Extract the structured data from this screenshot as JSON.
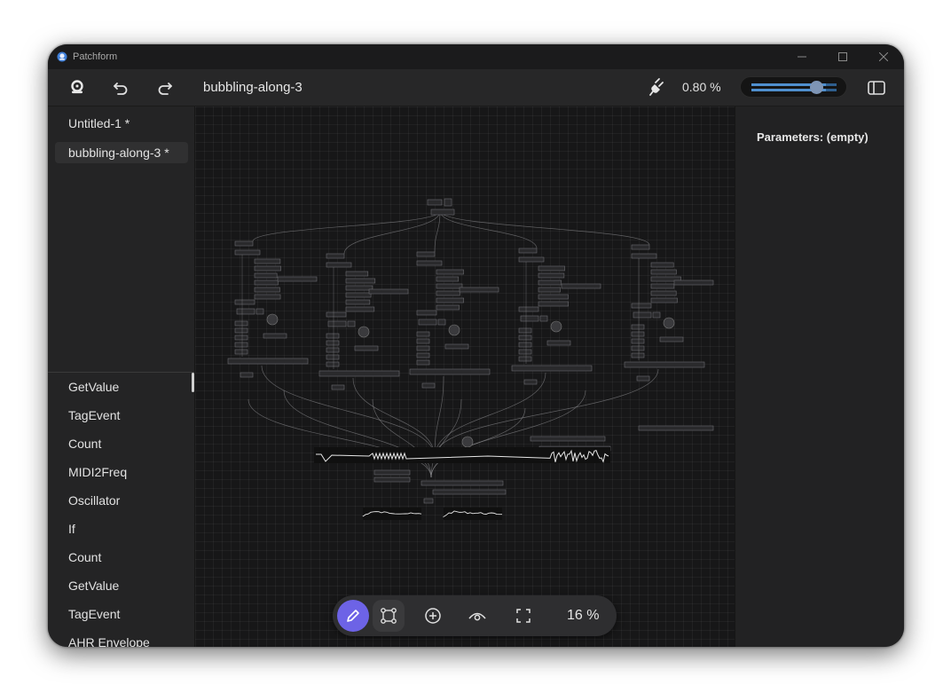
{
  "window": {
    "app_title": "Patchform",
    "icons": {
      "app": "patchform-logo-icon",
      "minimize": "minimize-icon",
      "maximize": "maximize-icon",
      "close": "close-icon"
    }
  },
  "toolbar": {
    "logo_icon": "patchform-logo-icon",
    "undo_icon": "undo-icon",
    "redo_icon": "redo-icon",
    "document_title": "bubbling-along-3",
    "cpu_icon": "plug-icon",
    "cpu_load": "0.80 %",
    "volume": {
      "left_level": 0.88,
      "right_level": 0.88,
      "knob_position": 0.76
    },
    "panel_toggle_icon": "sidebar-toggle-icon"
  },
  "documents": [
    {
      "label": "Untitled-1 *",
      "active": false
    },
    {
      "label": "bubbling-along-3 *",
      "active": true
    }
  ],
  "node_list": [
    "GetValue",
    "TagEvent",
    "Count",
    "MIDI2Freq",
    "Oscillator",
    "If",
    "Count",
    "GetValue",
    "TagEvent",
    "AHR Envelope"
  ],
  "bottom_toolbar": {
    "tools": [
      {
        "icon": "pencil-icon",
        "active": true
      },
      {
        "icon": "node-select-icon",
        "active": false
      },
      {
        "icon": "add-circle-icon",
        "active": false
      },
      {
        "icon": "eye-icon",
        "active": false
      },
      {
        "icon": "fullscreen-icon",
        "active": false
      }
    ],
    "zoom": "16 %"
  },
  "parameters": {
    "title": "Parameters: (empty)"
  },
  "colors": {
    "accent": "#6d63e6",
    "background": "#1e1e1f",
    "canvas": "#171718",
    "meter": "#4f8fce"
  }
}
